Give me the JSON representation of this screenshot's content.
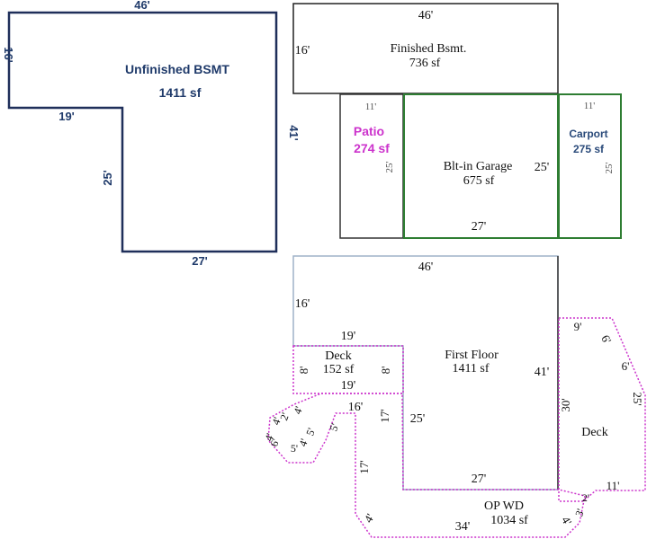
{
  "colors": {
    "navy": "#1f2f5a",
    "black": "#222222",
    "green": "#2e7d32",
    "magenta": "#cc33cc",
    "gray_blue": "#9fb2c9",
    "dark_gray": "#333333",
    "label_navy": "#2a4a7a",
    "label_gray": "#555555"
  },
  "unfinished_bsmt": {
    "name": "Unfinished BSMT",
    "area": "1411 sf",
    "dims": {
      "top": "46'",
      "left": "16'",
      "step": "19'",
      "inner": "25'",
      "bottom": "27'",
      "right": "41'"
    }
  },
  "finished_bsmt": {
    "name": "Finished Bsmt.",
    "area": "736 sf",
    "dims": {
      "top": "46'",
      "left": "16'"
    }
  },
  "patio": {
    "name": "Patio",
    "area": "274 sf",
    "dims": {
      "top": "11'",
      "right": "25'"
    }
  },
  "garage": {
    "name": "Blt-in Garage",
    "area": "675 sf",
    "dims": {
      "right": "25'",
      "bottom": "27'"
    }
  },
  "carport": {
    "name": "Carport",
    "area": "275 sf",
    "dims": {
      "top": "11'",
      "right": "25'"
    }
  },
  "first_floor": {
    "name": "First Floor",
    "area": "1411 sf",
    "dims": {
      "top": "46'",
      "left": "16'",
      "inner_left": "25'",
      "right": "41'",
      "bottom": "27'"
    }
  },
  "deck_left": {
    "name": "Deck",
    "area": "152 sf",
    "dims": {
      "top": "19'",
      "bottom": "19'",
      "left": "8'",
      "right": "8'"
    }
  },
  "deck_right": {
    "name": "Deck",
    "dims": {
      "top": "9'",
      "diag": "6'",
      "edge": "6'",
      "left": "30'",
      "right": "25'",
      "bottom": "11'"
    }
  },
  "op_wd": {
    "name": "OP WD",
    "area": "1034 sf",
    "dims": {
      "top": "16'",
      "inner_a": "17'",
      "inner_b": "17'",
      "diag_bl": "4'",
      "bottom": "34'",
      "diag_br": "4'",
      "right_short": "3'",
      "right_short2": "2'",
      "hex_a": "4'",
      "hex_b": "2'",
      "hex_c": "4'",
      "hex_d": "4'",
      "hex_e": "6'",
      "hex_f": "5'",
      "hex_g": "4'",
      "hex_h": "5'",
      "hex_i": "5'"
    }
  }
}
